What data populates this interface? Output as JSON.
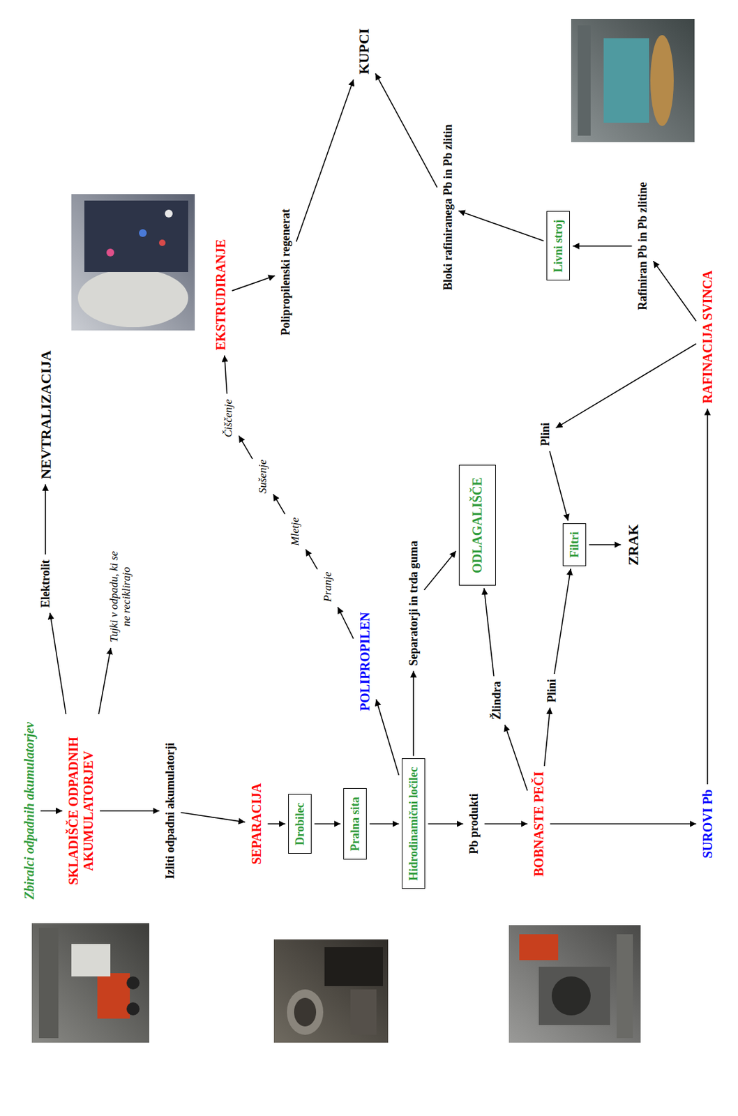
{
  "diagram": {
    "nodes": [
      {
        "text": [
          "Zbiralci odpadnih akumulatorjev"
        ]
      },
      {
        "text": [
          "SKLADIŠČE ODPADNIH AKUMULATORJEV"
        ]
      },
      {
        "text": [
          "Elektrolit"
        ]
      },
      {
        "text": [
          "NEVTRALIZACIJA"
        ]
      },
      {
        "text": [
          "Tujki v odpadu, ki se ne reciklirajo"
        ]
      },
      {
        "text": [
          "Izliti odpadni akumulatorji"
        ]
      },
      {
        "text": [
          "SEPARACIJA"
        ]
      },
      {
        "text": [
          "Drobilec"
        ]
      },
      {
        "text": [
          "Pralna sita"
        ]
      },
      {
        "text": [
          "Hidrodinamični ločilec"
        ]
      },
      {
        "text": [
          "POLIPROPILEN"
        ]
      },
      {
        "text": [
          "Pranje"
        ]
      },
      {
        "text": [
          "Mletje"
        ]
      },
      {
        "text": [
          "Sušenje"
        ]
      },
      {
        "text": [
          "Čiščenje"
        ]
      },
      {
        "text": [
          "EKSTRUDIRANJE"
        ]
      },
      {
        "text": [
          "Polipropilenski regenerat"
        ]
      },
      {
        "text": [
          "KUPCI"
        ]
      },
      {
        "text": [
          "Separatorji in trda guma"
        ]
      },
      {
        "text": [
          "ODLAGALIŠČE"
        ]
      },
      {
        "text": [
          "Pb produkti"
        ]
      },
      {
        "text": [
          "BOBNASTE PEČI"
        ]
      },
      {
        "text": [
          "Žlindra"
        ]
      },
      {
        "text": [
          "Plini"
        ]
      },
      {
        "text": [
          "Filtri"
        ]
      },
      {
        "text": [
          "ZRAK"
        ]
      },
      {
        "text": [
          "SUROVI Pb"
        ]
      },
      {
        "text": [
          "RAFINACIJA SVINCA"
        ]
      },
      {
        "text": [
          "Plini"
        ]
      },
      {
        "text": [
          "Rafiniran Pb in Pb zlitine"
        ]
      },
      {
        "text": [
          "Livni stroj"
        ]
      },
      {
        "text": [
          "Bloki rafiniranega Pb in Pb zlitin"
        ]
      }
    ],
    "edges": [
      {
        "from": 0,
        "to": 1,
        "arrow": "to"
      },
      {
        "from": 1,
        "to": 2,
        "arrow": "to"
      },
      {
        "from": 2,
        "to": 3,
        "arrow": "to"
      },
      {
        "from": 1,
        "to": 4,
        "arrow": "to"
      },
      {
        "from": 1,
        "to": 5,
        "arrow": "to"
      },
      {
        "from": 5,
        "to": 6,
        "arrow": "to"
      },
      {
        "from": 6,
        "to": 7,
        "arrow": "to"
      },
      {
        "from": 7,
        "to": 8,
        "arrow": "to"
      },
      {
        "from": 8,
        "to": 9,
        "arrow": "to"
      },
      {
        "from": 9,
        "to": 10,
        "arrow": "to"
      },
      {
        "from": 9,
        "to": 18,
        "arrow": "to"
      },
      {
        "from": 9,
        "to": 20,
        "arrow": "to"
      },
      {
        "from": 10,
        "to": 11,
        "arrow": "to"
      },
      {
        "from": 11,
        "to": 12,
        "arrow": "to"
      },
      {
        "from": 12,
        "to": 13,
        "arrow": "to"
      },
      {
        "from": 13,
        "to": 14,
        "arrow": "to"
      },
      {
        "from": 14,
        "to": 15,
        "arrow": "to"
      },
      {
        "from": 15,
        "to": 16,
        "arrow": "to"
      },
      {
        "from": 16,
        "to": 17,
        "arrow": "to"
      },
      {
        "from": 18,
        "to": 19,
        "arrow": "to"
      },
      {
        "from": 20,
        "to": 21,
        "arrow": "to"
      },
      {
        "from": 21,
        "to": 22,
        "arrow": "to"
      },
      {
        "from": 22,
        "to": 19,
        "arrow": "to"
      },
      {
        "from": 21,
        "to": 23,
        "arrow": "to"
      },
      {
        "from": 23,
        "to": 24,
        "arrow": "to"
      },
      {
        "from": 24,
        "to": 25,
        "arrow": "to"
      },
      {
        "from": 21,
        "to": 26,
        "arrow": "to"
      },
      {
        "from": 26,
        "to": 27,
        "arrow": "to"
      },
      {
        "from": 27,
        "to": 28,
        "arrow": "to"
      },
      {
        "from": 28,
        "to": 24,
        "arrow": "to"
      },
      {
        "from": 27,
        "to": 29,
        "arrow": "to"
      },
      {
        "from": 29,
        "to": 30,
        "arrow": "to"
      },
      {
        "from": 30,
        "to": 31,
        "arrow": "to"
      },
      {
        "from": 31,
        "to": 17,
        "arrow": "to"
      }
    ]
  }
}
